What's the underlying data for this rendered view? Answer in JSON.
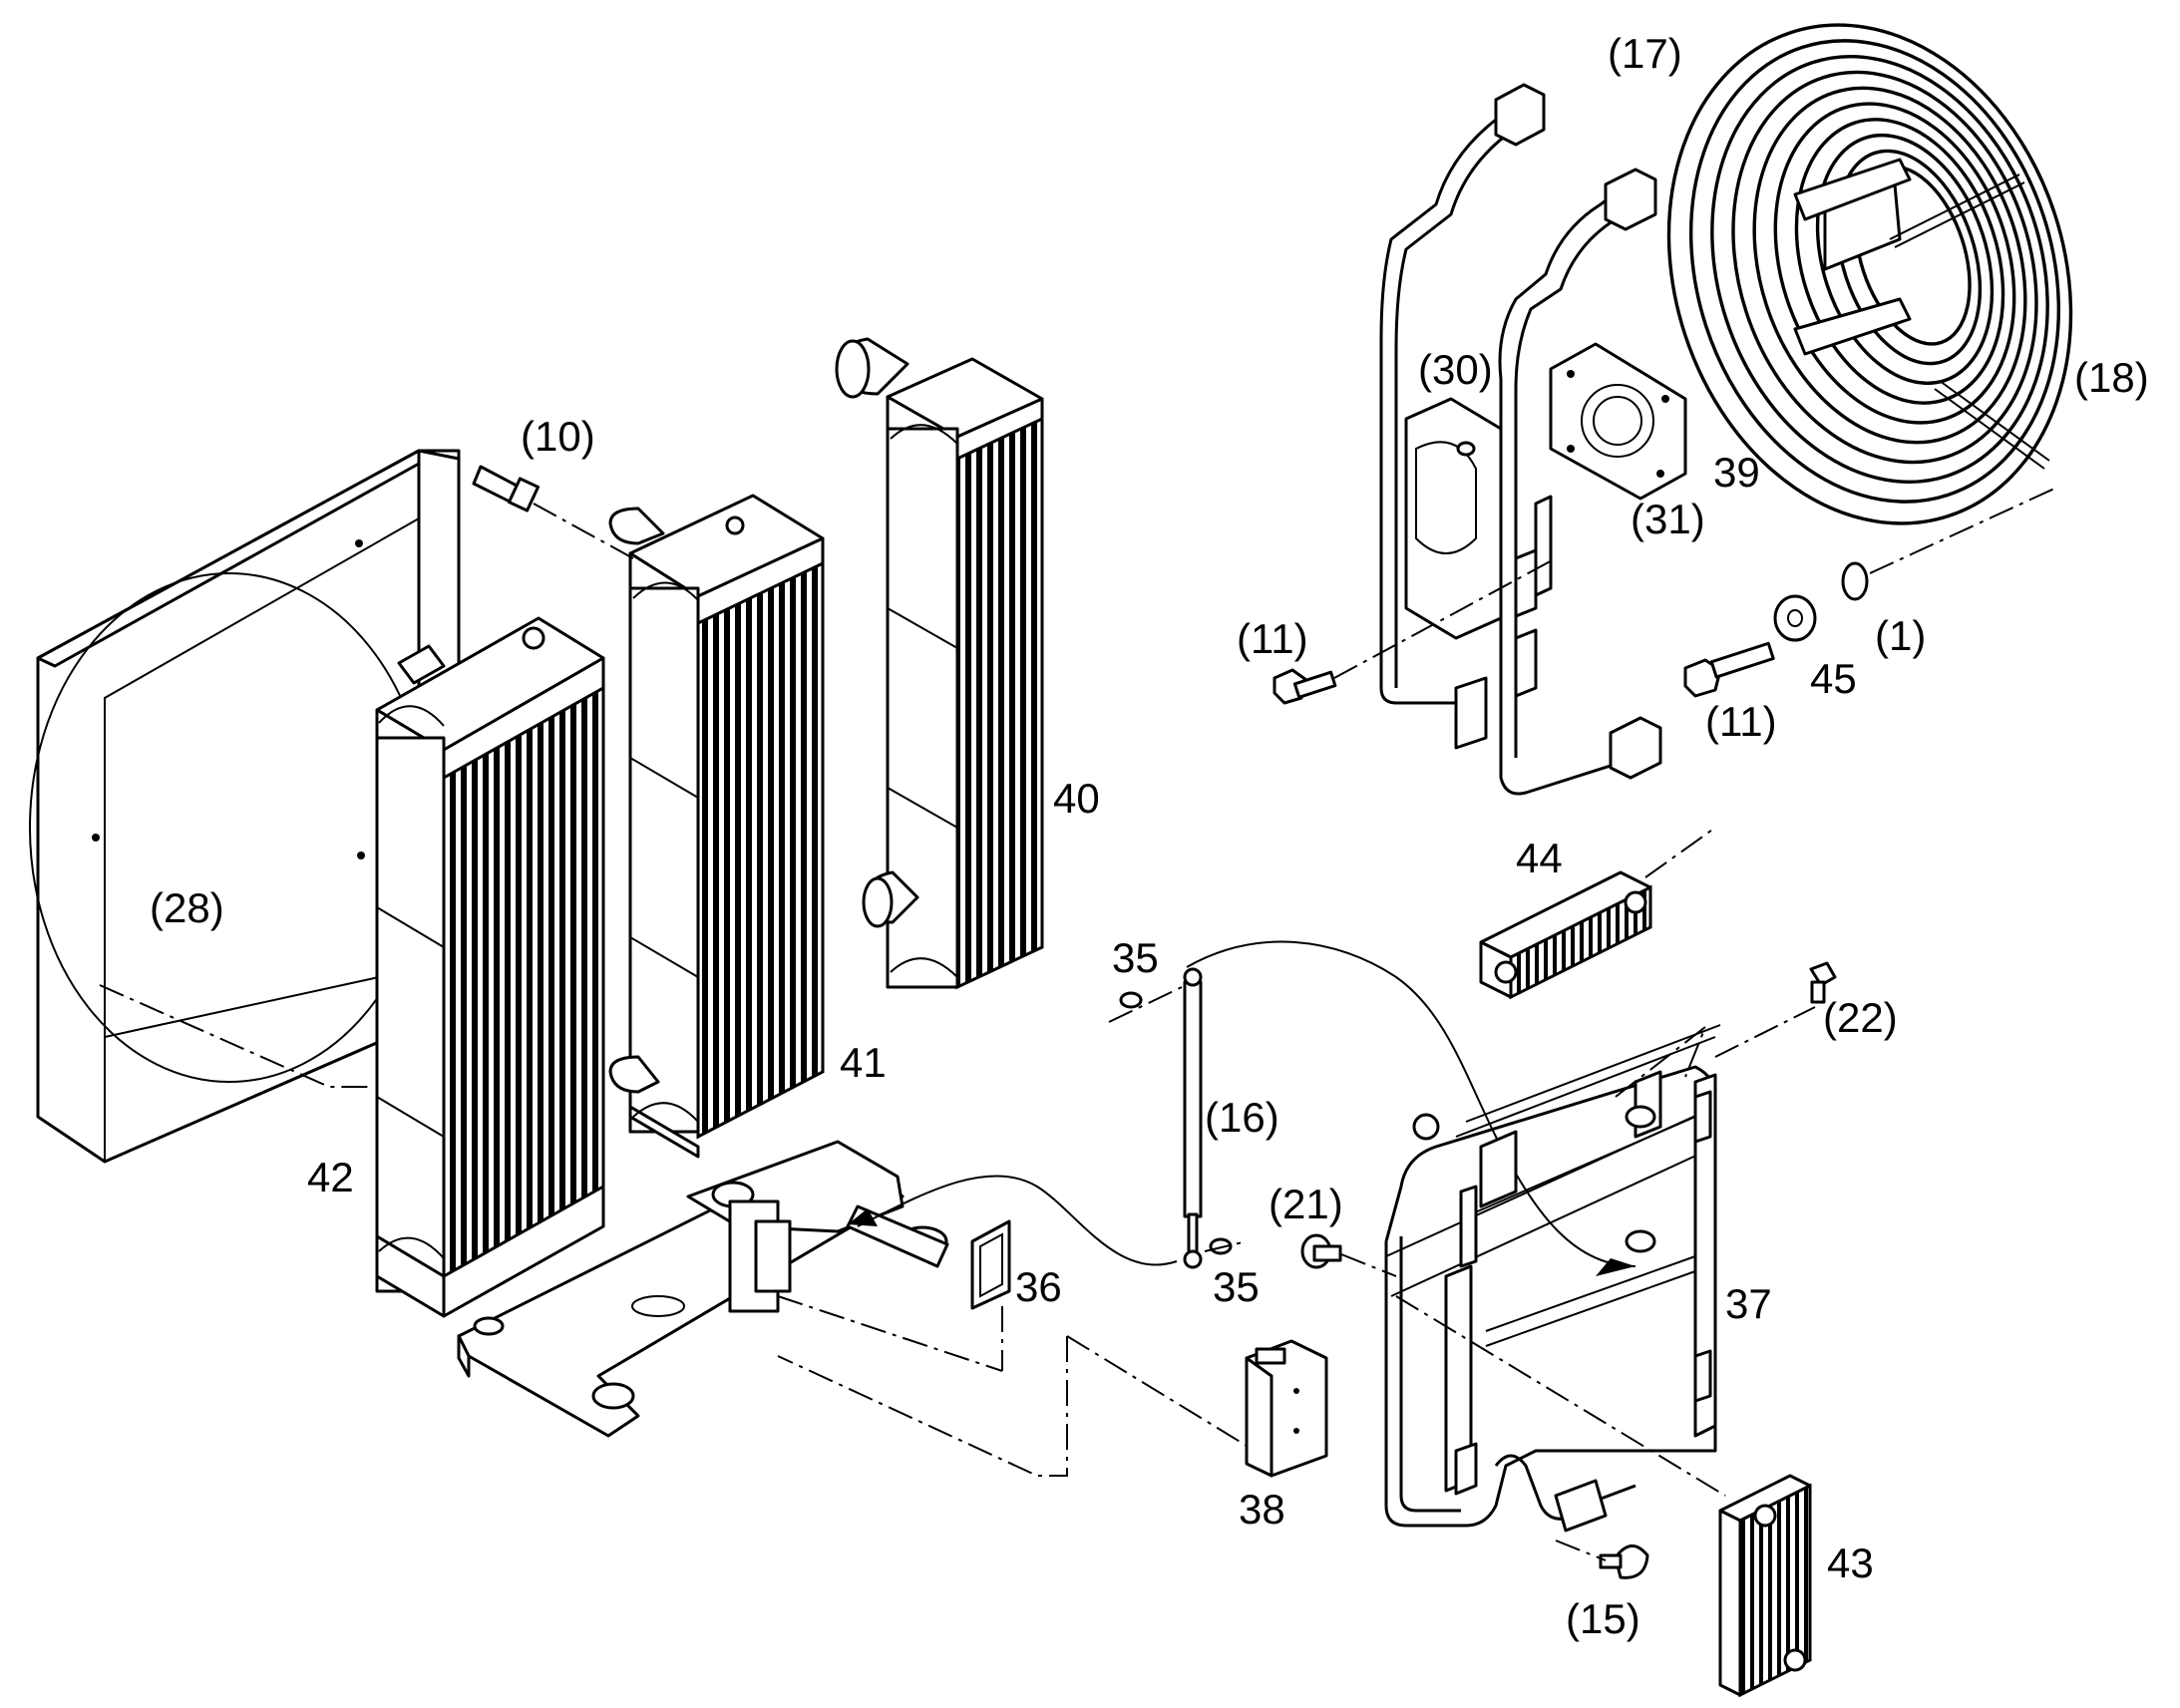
{
  "callouts": {
    "c17": "(17)",
    "c18": "(18)",
    "c30": "(30)",
    "c39": "39",
    "c31": "(31)",
    "c10": "(10)",
    "c11a": "(11)",
    "c11b": "(11)",
    "c45": "45",
    "c1": "(1)",
    "c40": "40",
    "c28": "(28)",
    "c44": "44",
    "c35a": "35",
    "c22": "(22)",
    "c41": "41",
    "c16": "(16)",
    "c42": "42",
    "c21": "(21)",
    "c36": "36",
    "c35b": "35",
    "c37": "37",
    "c38": "38",
    "c43": "43",
    "c15": "(15)"
  }
}
